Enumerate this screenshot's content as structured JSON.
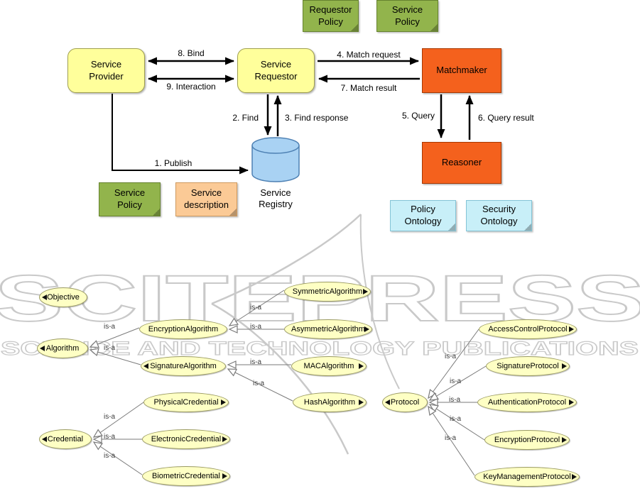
{
  "watermark": {
    "line1": "SCITEPRESS",
    "line2": "SCIENCE AND TECHNOLOGY PUBLICATIONS"
  },
  "colors": {
    "box_yellow": "#ffff9b",
    "box_orange": "#f4611d",
    "note_green": "#92b44c",
    "note_peach": "#fbca96",
    "note_cyan": "#c8eff8",
    "registry_blue": "#a9d2f3",
    "ontology_node": "#feffc4",
    "watermark_gray": "#c9c9c9"
  },
  "soa": {
    "boxes": {
      "provider": "Service\nProvider",
      "requestor": "Service\nRequestor",
      "matchmaker": "Matchmaker",
      "reasoner": "Reasoner"
    },
    "registry_label": "Service\nRegistry",
    "notes": {
      "requestor_policy": "Requestor\nPolicy",
      "service_policy_top": "Service\nPolicy",
      "service_policy_bottom": "Service\nPolicy",
      "service_description": "Service\ndescription",
      "policy_ontology": "Policy\nOntology",
      "security_ontology": "Security\nOntology"
    },
    "arrows": {
      "publish": "1. Publish",
      "find": "2. Find",
      "find_response": "3. Find response",
      "match_request": "4. Match request",
      "query": "5. Query",
      "query_result": "6. Query result",
      "match_result": "7. Match result",
      "bind": "8. Bind",
      "interaction": "9. Interaction"
    }
  },
  "ontology": {
    "edge_label": "is-a",
    "nodes": [
      "Objective",
      "Algorithm",
      "EncryptionAlgorithm",
      "SignatureAlgorithm",
      "SymmetricAlgorithm",
      "AsymmetricAlgorithm",
      "MACAlgorithm",
      "HashAlgorithm",
      "Credential",
      "PhysicalCredential",
      "ElectronicCredential",
      "BiometricCredential",
      "Protocol",
      "AccessControlProtocol",
      "SignatureProtocol",
      "AuthenticationProtocol",
      "EncryptionProtocol",
      "KeyManagementProtocol"
    ],
    "edges": [
      {
        "child": "EncryptionAlgorithm",
        "parent": "Algorithm",
        "label": "is-a"
      },
      {
        "child": "SignatureAlgorithm",
        "parent": "Algorithm",
        "label": "is-a"
      },
      {
        "child": "SymmetricAlgorithm",
        "parent": "EncryptionAlgorithm",
        "label": "is-a"
      },
      {
        "child": "AsymmetricAlgorithm",
        "parent": "EncryptionAlgorithm",
        "label": "is-a"
      },
      {
        "child": "MACAlgorithm",
        "parent": "SignatureAlgorithm",
        "label": "is-a"
      },
      {
        "child": "HashAlgorithm",
        "parent": "SignatureAlgorithm",
        "label": "is-a"
      },
      {
        "child": "PhysicalCredential",
        "parent": "Credential",
        "label": "is-a"
      },
      {
        "child": "ElectronicCredential",
        "parent": "Credential",
        "label": "is-a"
      },
      {
        "child": "BiometricCredential",
        "parent": "Credential",
        "label": "is-a"
      },
      {
        "child": "AccessControlProtocol",
        "parent": "Protocol",
        "label": "is-a"
      },
      {
        "child": "SignatureProtocol",
        "parent": "Protocol",
        "label": "is-a"
      },
      {
        "child": "AuthenticationProtocol",
        "parent": "Protocol",
        "label": "is-a"
      },
      {
        "child": "EncryptionProtocol",
        "parent": "Protocol",
        "label": "is-a"
      },
      {
        "child": "KeyManagementProtocol",
        "parent": "Protocol",
        "label": "is-a"
      }
    ]
  }
}
